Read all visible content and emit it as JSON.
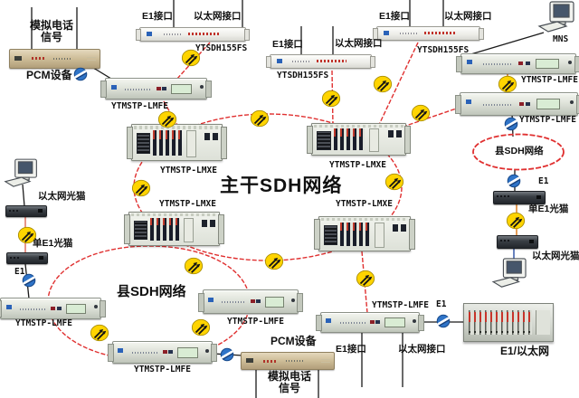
{
  "diagram": {
    "backbone_title": "主干SDH网络",
    "county_ring_left_label": "县SDH网络",
    "county_ring_right_label": "县SDH网络"
  },
  "labels": {
    "analog_phone_top_line1": "模拟电话",
    "analog_phone_top_line2": "信号",
    "pcm_device_top": "PCM设备",
    "e1_port_topleft": "E1接口",
    "eth_port_topleft": "以太网接口",
    "ytsdh_left": "YTSDH155FS",
    "lmfe_topleft": "YTMSTP-LMFE",
    "e1_port_topmid": "E1接口",
    "eth_port_topmid": "以太网接口",
    "ytsdh_mid": "YTSDH155FS",
    "e1_port_topright": "E1接口",
    "eth_port_topright": "以太网接口",
    "ytsdh_right": "YTSDH155FS",
    "mns": "MNS",
    "lmfe_right1": "YTMSTP-LMFE",
    "lmfe_right2": "YTMSTP-LMFE",
    "e1_right": "E1",
    "single_e1_modem_right": "单E1光猫",
    "eth_modem_right": "以太网光猫",
    "lmxe_topleft": "YTMSTP-LMXE",
    "lmxe_topright": "YTMSTP-LMXE",
    "lmxe_bottomleft": "YTMSTP-LMXE",
    "lmxe_bottomright": "YTMSTP-LMXE",
    "eth_modem_left": "以太网光猫",
    "single_e1_modem_left": "单E1光猫",
    "e1_left": "E1",
    "lmfe_county_left": "YTMSTP-LMFE",
    "lmfe_county_bottom": "YTMSTP-LMFE",
    "lmfe_county_mid": "YTMSTP-LMFE",
    "pcm_device_bottom": "PCM设备",
    "analog_phone_bottom_line1": "模拟电话",
    "analog_phone_bottom_line2": "信号",
    "lmfe_bottomright": "YTMSTP-LMFE",
    "e1_bottomright": "E1",
    "e1_port_bottom": "E1接口",
    "eth_port_bottom": "以太网接口",
    "e1_eth_rack": "E1/以太网"
  },
  "colors": {
    "line_red": "#e03030",
    "line_black": "#1a1a1a",
    "line_orange": "#e0862e",
    "bolt_yellow": "#ffd400",
    "converter_blue": "#2f74c8"
  }
}
